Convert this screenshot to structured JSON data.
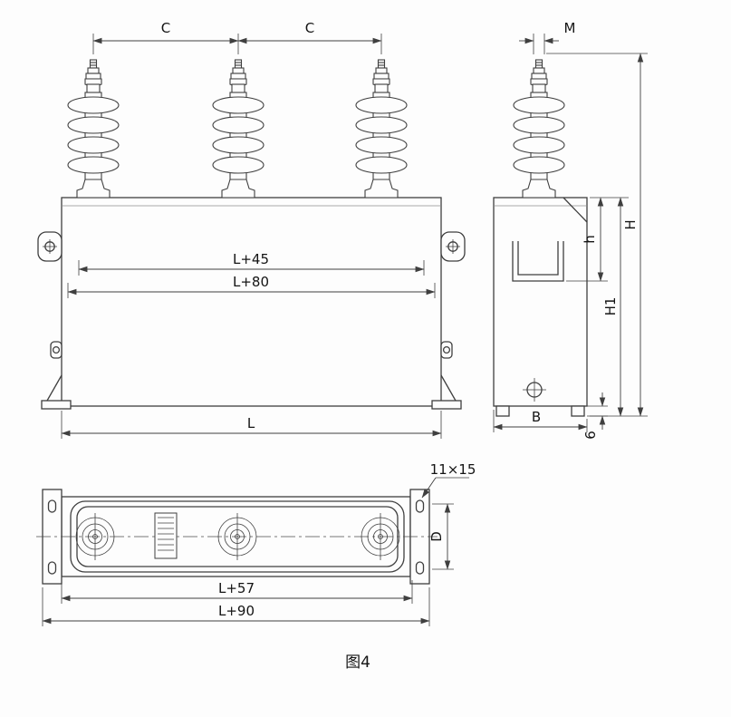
{
  "figure": {
    "caption": "图4"
  },
  "front_view": {
    "dims": {
      "c1": "C",
      "c2": "C",
      "l45": "L+45",
      "l80": "L+80",
      "l": "L"
    }
  },
  "side_view": {
    "dims": {
      "m": "M",
      "h_small": "h",
      "h_total": "H",
      "h1": "H1",
      "b": "B",
      "six": "6"
    }
  },
  "top_view": {
    "dims": {
      "slot": "11×15",
      "d": "D",
      "l57": "L+57",
      "l90": "L+90"
    }
  }
}
